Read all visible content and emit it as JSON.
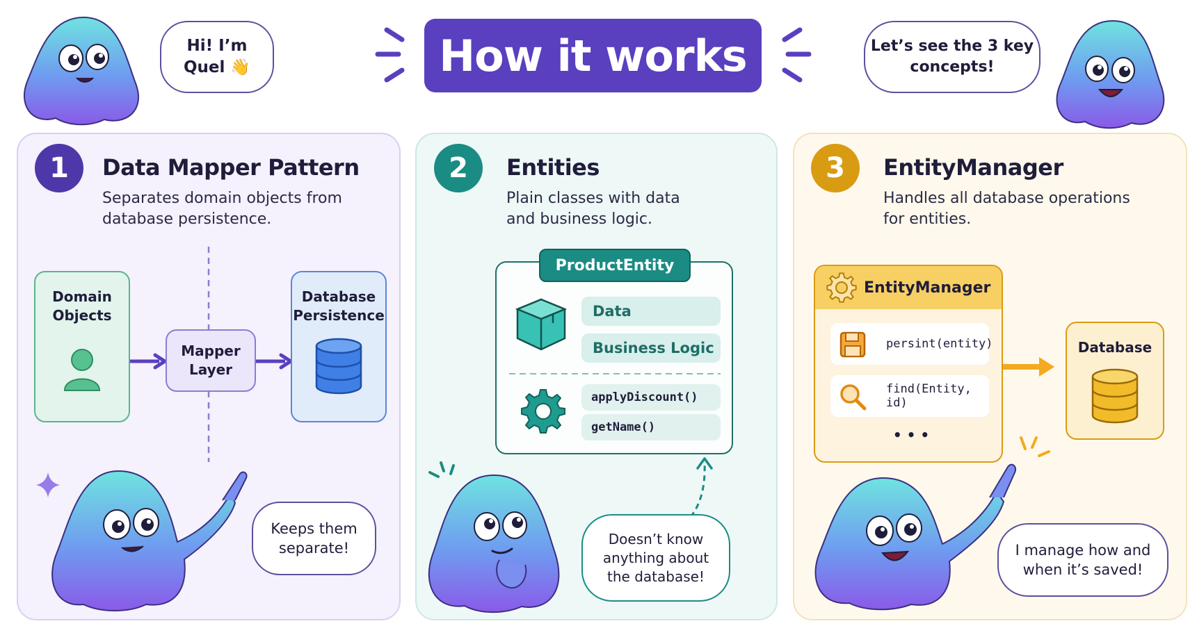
{
  "header": {
    "title": "How it works",
    "left_bubble": [
      "Hi! I’m",
      "Quel 👋"
    ],
    "right_bubble": [
      "Let’s see the 3 key",
      "concepts!"
    ]
  },
  "panels": [
    {
      "number": "1",
      "title": "Data Mapper Pattern",
      "description": [
        "Separates domain objects from",
        "database persistence."
      ],
      "diagram": {
        "domain_objects": [
          "Domain",
          "Objects"
        ],
        "mapper_layer": [
          "Mapper",
          "Layer"
        ],
        "database_persistence": [
          "Database",
          "Persistence"
        ]
      },
      "bubble": [
        "Keeps them",
        "separate!"
      ]
    },
    {
      "number": "2",
      "title": "Entities",
      "description": [
        "Plain classes with data",
        "and business logic."
      ],
      "entity": {
        "name": "ProductEntity",
        "items": [
          "Data",
          "Business Logic"
        ],
        "methods": [
          "applyDiscount()",
          "getName()"
        ]
      },
      "bubble": [
        "Doesn’t know",
        "anything about",
        "the database!"
      ]
    },
    {
      "number": "3",
      "title": "EntityManager",
      "description": [
        "Handles all database operations",
        "for entities."
      ],
      "manager": {
        "name": "EntityManager",
        "methods": [
          "persint(entity)",
          "find(Entity, id)"
        ],
        "more": "• • •",
        "database": "Database"
      },
      "bubble": [
        "I manage how and",
        "when it’s saved!"
      ]
    }
  ],
  "colors": {
    "purple": "#5a3fbf",
    "teal": "#1a8c84",
    "amber": "#d99b12"
  }
}
